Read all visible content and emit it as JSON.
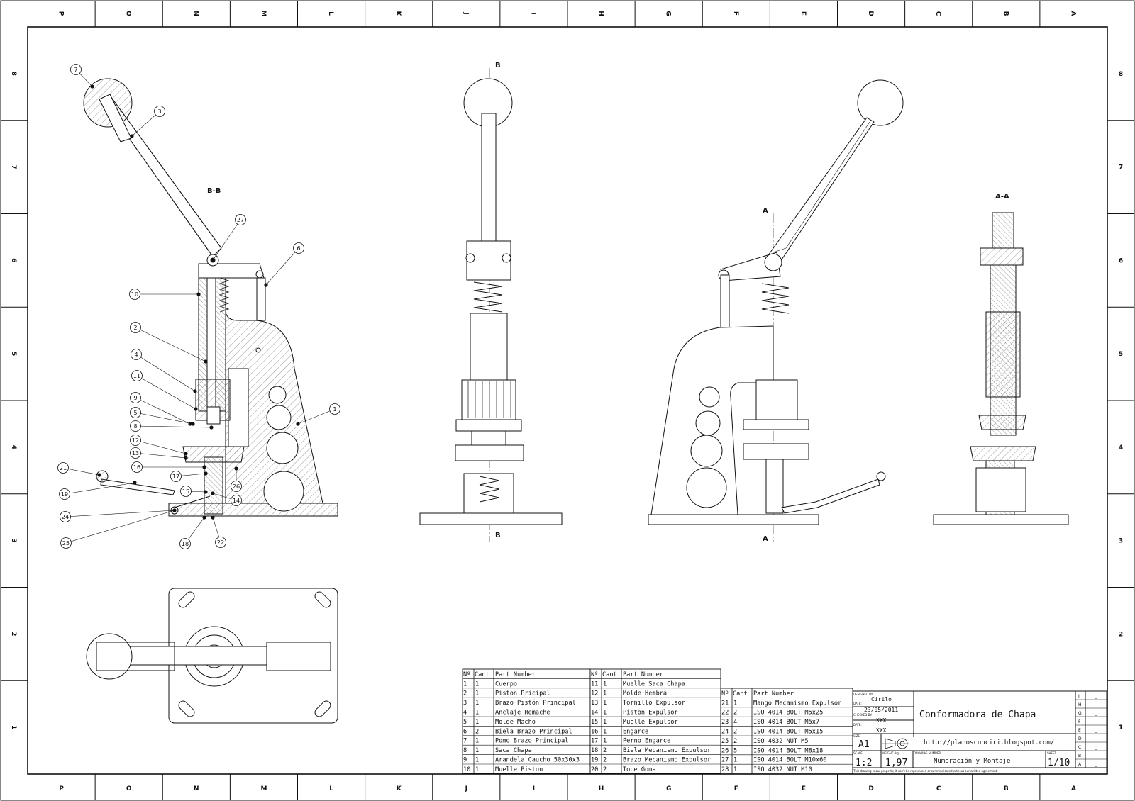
{
  "drawing": {
    "title": "Conformadora de Chapa",
    "subtitle": "Numeración y Montaje",
    "url": "http://planosconciri.blogspot.com/",
    "designed_by_label": "DESIGNED BY:",
    "designed_by": "Cirilo",
    "date_label": "DATE:",
    "date": "23/05/2011",
    "checked_by_label": "CHECKED BY:",
    "checked_by": "XXX",
    "date2_label": "DATE:",
    "date2": "XXX",
    "size_label": "SIZE",
    "size": "A1",
    "scale_label": "SCALE",
    "scale": "1:2",
    "weight_label": "WEIGHT (kg)",
    "weight": "1,97",
    "drawing_number_label": "DRAWING NUMBER",
    "sheet_label": "SHEET",
    "sheet": "1/10",
    "disclaimer": "This drawing is our property; it can't be reproduced or communicated without our written agreement.",
    "revisions": [
      {
        "letter": "I",
        "value": "_"
      },
      {
        "letter": "H",
        "value": "_"
      },
      {
        "letter": "G",
        "value": "_"
      },
      {
        "letter": "F",
        "value": "_"
      },
      {
        "letter": "E",
        "value": "_"
      },
      {
        "letter": "D",
        "value": "_"
      },
      {
        "letter": "C",
        "value": "_"
      },
      {
        "letter": "B",
        "value": "_"
      },
      {
        "letter": "A",
        "value": "_"
      }
    ]
  },
  "frame": {
    "columns": [
      "P",
      "O",
      "N",
      "M",
      "L",
      "K",
      "J",
      "I",
      "H",
      "G",
      "F",
      "E",
      "D",
      "C",
      "B",
      "A"
    ],
    "rows": [
      "8",
      "7",
      "6",
      "5",
      "4",
      "3",
      "2",
      "1"
    ]
  },
  "views": {
    "section_bb": "B-B",
    "section_aa": "A-A",
    "cut_b_top": "B",
    "cut_b_bottom": "B",
    "cut_a_top": "A",
    "cut_a_bottom": "A"
  },
  "callouts": [
    "7",
    "3",
    "27",
    "6",
    "10",
    "2",
    "4",
    "11",
    "9",
    "5",
    "8",
    "1",
    "12",
    "13",
    "16",
    "17",
    "21",
    "19",
    "15",
    "26",
    "14",
    "24",
    "25",
    "18",
    "22"
  ],
  "bom_headers": {
    "no": "Nº",
    "qty": "Cant",
    "part": "Part Number"
  },
  "bom": [
    {
      "no": "1",
      "qty": "1",
      "part": "Cuerpo"
    },
    {
      "no": "2",
      "qty": "1",
      "part": "Piston Pricipal"
    },
    {
      "no": "3",
      "qty": "1",
      "part": "Brazo Pistón Principal"
    },
    {
      "no": "4",
      "qty": "1",
      "part": "Anclaje Remache"
    },
    {
      "no": "5",
      "qty": "1",
      "part": "Molde Macho"
    },
    {
      "no": "6",
      "qty": "2",
      "part": "Biela Brazo Principal"
    },
    {
      "no": "7",
      "qty": "1",
      "part": "Pomo Brazo Principal"
    },
    {
      "no": "8",
      "qty": "1",
      "part": "Saca Chapa"
    },
    {
      "no": "9",
      "qty": "1",
      "part": "Arandela Caucho 50x30x3"
    },
    {
      "no": "10",
      "qty": "1",
      "part": "Muelle Piston"
    },
    {
      "no": "11",
      "qty": "1",
      "part": "Muelle Saca Chapa"
    },
    {
      "no": "12",
      "qty": "1",
      "part": "Molde Hembra"
    },
    {
      "no": "13",
      "qty": "1",
      "part": "Tornillo Expulsor"
    },
    {
      "no": "14",
      "qty": "1",
      "part": "Piston Expulsor"
    },
    {
      "no": "15",
      "qty": "1",
      "part": "Muelle Expulsor"
    },
    {
      "no": "16",
      "qty": "1",
      "part": "Engarce"
    },
    {
      "no": "17",
      "qty": "1",
      "part": "Perno Engarce"
    },
    {
      "no": "18",
      "qty": "2",
      "part": "Biela Mecanismo Expulsor"
    },
    {
      "no": "19",
      "qty": "2",
      "part": "Brazo Mecanismo Expulsor"
    },
    {
      "no": "20",
      "qty": "2",
      "part": "Tope Goma"
    },
    {
      "no": "21",
      "qty": "1",
      "part": "Mango Mecanismo Expulsor"
    },
    {
      "no": "22",
      "qty": "2",
      "part": "ISO 4014 BOLT M5x25"
    },
    {
      "no": "23",
      "qty": "4",
      "part": "ISO 4014 BOLT M5x7"
    },
    {
      "no": "24",
      "qty": "2",
      "part": "ISO 4014 BOLT M5x15"
    },
    {
      "no": "25",
      "qty": "2",
      "part": "ISO 4032 NUT M5"
    },
    {
      "no": "26",
      "qty": "5",
      "part": "ISO 4014 BOLT M8x18"
    },
    {
      "no": "27",
      "qty": "1",
      "part": "ISO 4014 BOLT M10x60"
    },
    {
      "no": "28",
      "qty": "1",
      "part": "ISO 4032 NUT M10"
    }
  ]
}
